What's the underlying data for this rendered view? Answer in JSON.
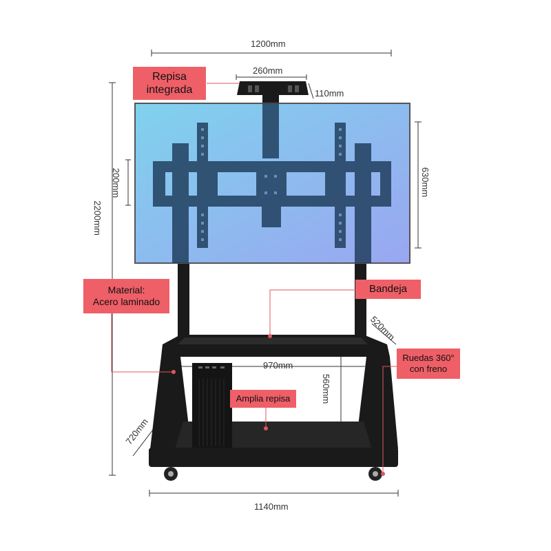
{
  "dimensions": {
    "total_width": "1200mm",
    "shelf_width": "260mm",
    "shelf_depth": "110mm",
    "mount_height": "200mm",
    "screen_height": "630mm",
    "total_height": "2200mm",
    "tray_depth": "520mm",
    "tray_width": "970mm",
    "tray_height": "560mm",
    "base_depth": "720mm",
    "base_width": "1140mm"
  },
  "callouts": {
    "integrated_shelf": [
      "Repisa",
      "integrada"
    ],
    "material": [
      "Material:",
      "Acero laminado"
    ],
    "tray": "Bandeja",
    "wheels": [
      "Ruedas 360°",
      "con freno"
    ],
    "wide_shelf": "Amplia repisa"
  },
  "colors": {
    "callout_fill": "#ef5f67",
    "callout_line": "#e0555e",
    "screen_gradient_start": "#7fd2ee",
    "screen_gradient_end": "#9aa6f0",
    "frame": "#1a1a1a",
    "dimension_line": "#333333"
  }
}
